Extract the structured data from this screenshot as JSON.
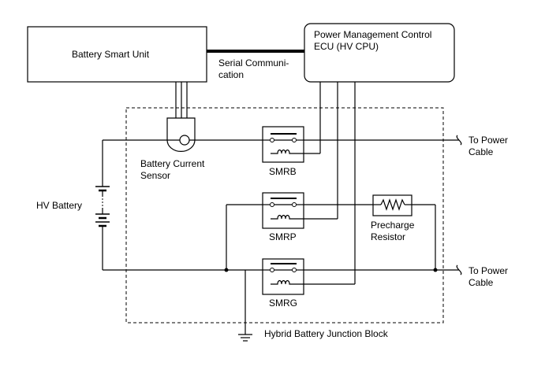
{
  "labels": {
    "battery_smart_unit": "Battery Smart Unit",
    "ecu_line1": "Power Management Control",
    "ecu_line2": "ECU (HV CPU)",
    "serial_line1": "Serial Communi-",
    "serial_line2": "cation",
    "current_sensor_line1": "Battery Current",
    "current_sensor_line2": "Sensor",
    "hv_battery": "HV Battery",
    "smrb": "SMRB",
    "smrp": "SMRP",
    "smrg": "SMRG",
    "precharge_line1": "Precharge",
    "precharge_line2": "Resistor",
    "to_power_cable_top_line1": "To Power",
    "to_power_cable_top_line2": "Cable",
    "to_power_cable_bottom_line1": "To Power",
    "to_power_cable_bottom_line2": "Cable",
    "junction_block": "Hybrid Battery Junction Block"
  }
}
